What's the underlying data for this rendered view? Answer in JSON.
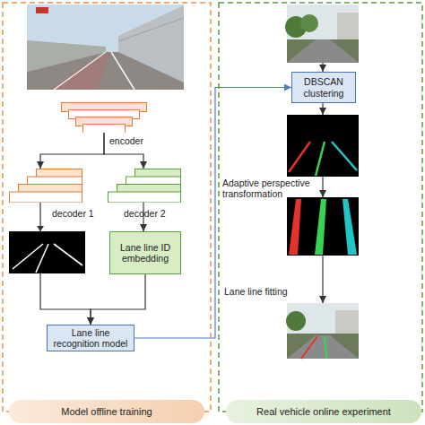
{
  "diagram": {
    "nodes": [
      {
        "text": [
          "encoder"
        ]
      },
      {
        "text": [
          "decoder 1"
        ]
      },
      {
        "text": [
          "decoder 2"
        ]
      },
      {
        "text": [
          "Lane line ID embedding"
        ]
      },
      {
        "text": [
          "Lane line recognition model"
        ]
      },
      {
        "text": [
          "DBSCAN clustering"
        ]
      },
      {
        "text": [
          "Model offline training"
        ]
      },
      {
        "text": [
          "Real vehicle online experiment"
        ]
      }
    ],
    "edges": [
      {
        "from": 0,
        "to": 1,
        "arrow": "to"
      },
      {
        "from": 0,
        "to": 2,
        "arrow": "to"
      },
      {
        "from": 1,
        "to": 4,
        "arrow": "to"
      },
      {
        "from": 2,
        "to": 3,
        "arrow": "to"
      },
      {
        "from": 3,
        "to": 4,
        "arrow": "to"
      },
      {
        "from": 4,
        "to": 5,
        "arrow": "to"
      }
    ],
    "labels": [
      "Adaptive perspective transformation",
      "Lane line fitting"
    ]
  }
}
